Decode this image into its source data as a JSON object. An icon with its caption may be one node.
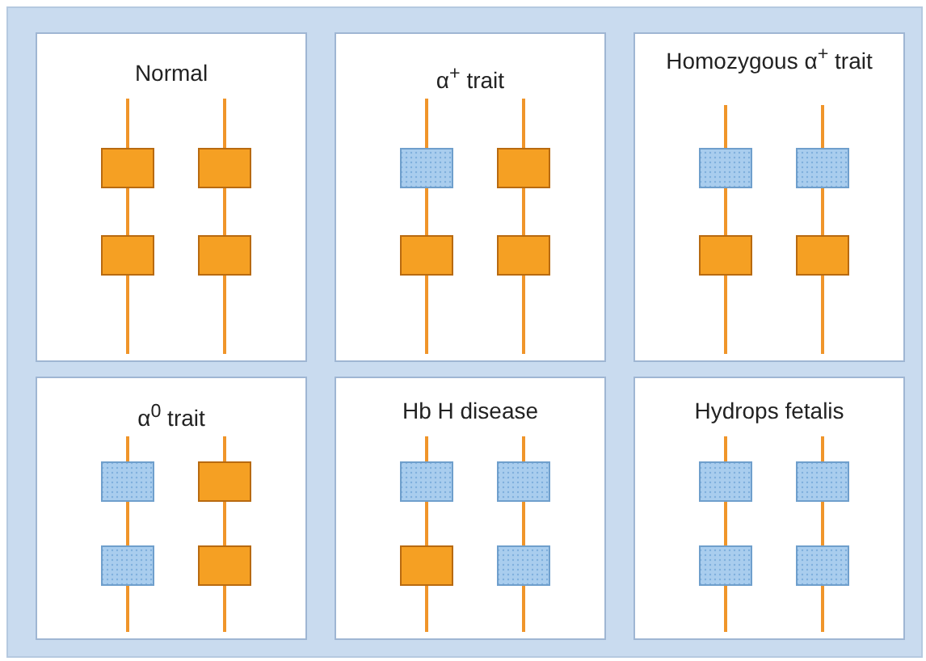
{
  "diagram": {
    "nodes": [
      {
        "text": [
          "Normal"
        ]
      },
      {
        "text": [
          "α$^{+}$ trait"
        ]
      },
      {
        "text": [
          "Homozygous α$^{+}$ trait"
        ]
      },
      {
        "text": [
          "α$^{0}$ trait"
        ]
      },
      {
        "text": [
          "Hb H disease"
        ]
      },
      {
        "text": [
          "Hydrops fetalis"
        ]
      }
    ]
  }
}
